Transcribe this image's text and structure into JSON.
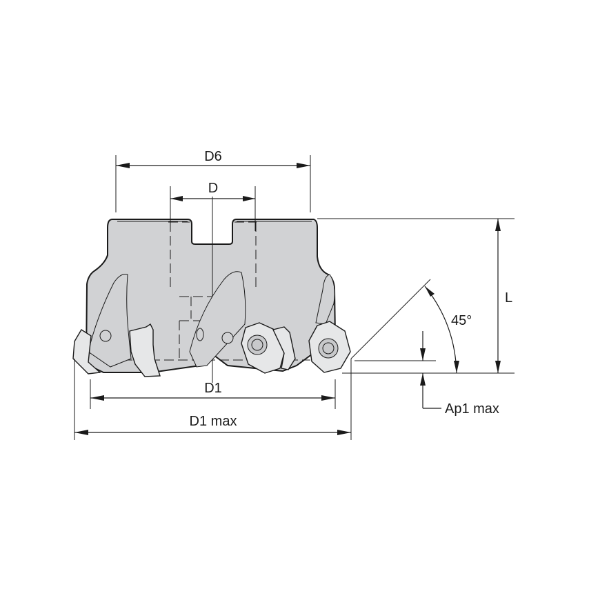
{
  "diagram": {
    "type": "technical-drawing",
    "subject": "face milling cutter with hexagonal indexable inserts",
    "colors": {
      "background": "#ffffff",
      "body_fill": "#d1d2d4",
      "insert_fill": "#e6e7e8",
      "line": "#1a1a1a"
    },
    "dimensions": {
      "d6": {
        "label": "D6"
      },
      "d": {
        "label": "D"
      },
      "l": {
        "label": "L"
      },
      "angle": {
        "label": "45°"
      },
      "ap1_max": {
        "label": "Ap1 max"
      },
      "d1": {
        "label": "D1"
      },
      "d1_max": {
        "label": "D1 max"
      }
    }
  }
}
